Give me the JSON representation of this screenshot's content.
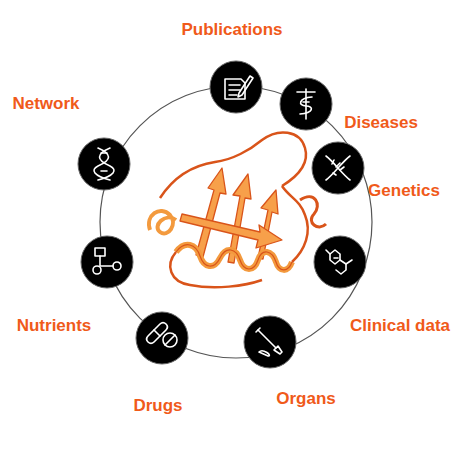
{
  "diagram": {
    "nodes": [
      {
        "text": [
          "Publications"
        ]
      },
      {
        "text": [
          "Diseases"
        ]
      },
      {
        "text": [
          "Genetics"
        ]
      },
      {
        "text": [
          "Clinical data"
        ]
      },
      {
        "text": [
          "Organs"
        ]
      },
      {
        "text": [
          "Drugs"
        ]
      },
      {
        "text": [
          "Nutrients"
        ]
      },
      {
        "text": [
          "Network"
        ]
      }
    ]
  }
}
